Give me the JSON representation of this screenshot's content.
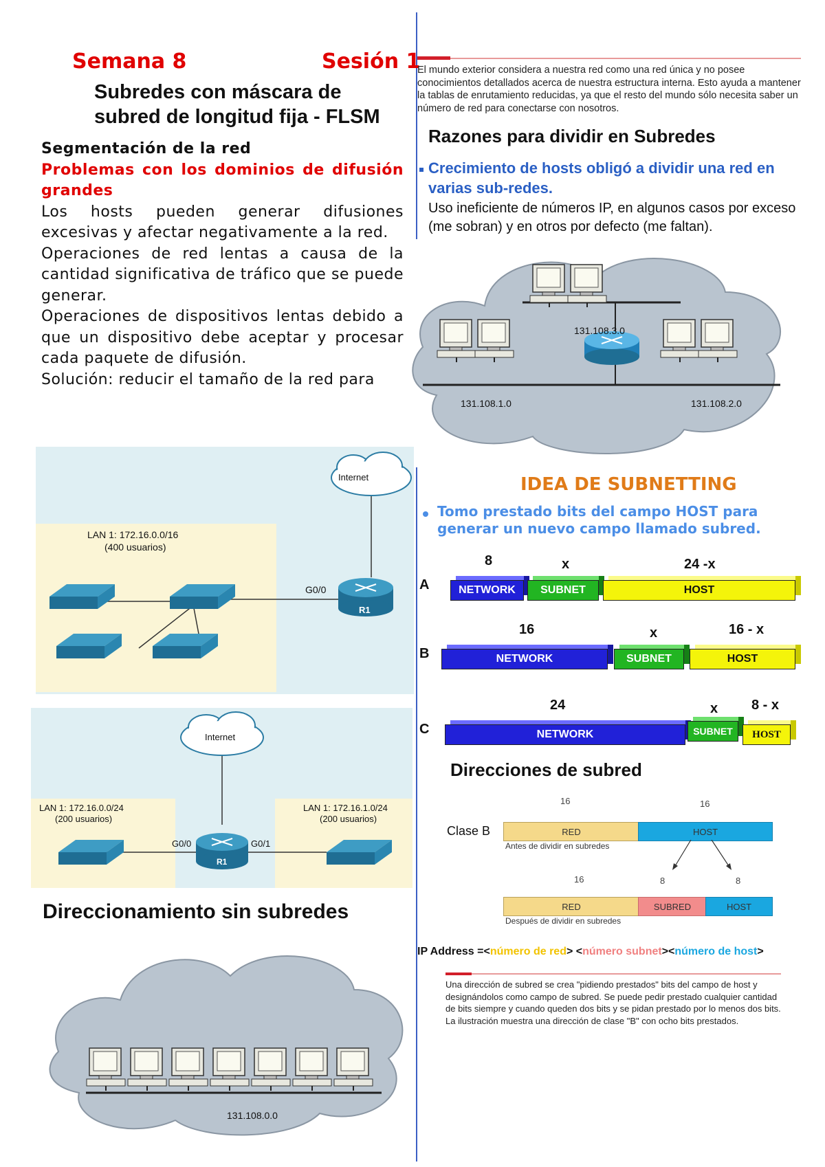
{
  "left": {
    "week": "Semana 8",
    "session": "Sesión 1",
    "title_line1": "Subredes con máscara de",
    "title_line2": "subred de longitud fija - FLSM",
    "section": "Segmentación de la red",
    "problem_heading": "Problemas con los dominios de difusión grandes",
    "p1": "Los hosts pueden generar difusiones excesivas y afectar negativamente a la red.",
    "p2": "Operaciones de red lentas a causa de la cantidad significativa de tráfico que se puede generar.",
    "p3": "Operaciones de dispositivos lentas debido a que un dispositivo debe aceptar y procesar cada paquete de difusión.",
    "p4": "Solución: reducir el tamaño de la red para"
  },
  "diagram1": {
    "internet": "Internet",
    "lan": "LAN 1: 172.16.0.0/16",
    "users": "(400 usuarios)",
    "iface": "G0/0",
    "router": "R1"
  },
  "diagram2": {
    "internet": "Internet",
    "lan_left": "LAN 1: 172.16.0.0/24",
    "users_left": "(200 usuarios)",
    "lan_right": "LAN 1: 172.16.1.0/24",
    "users_right": "(200 usuarios)",
    "iface_left": "G0/0",
    "iface_right": "G0/1",
    "router": "R1"
  },
  "nosubnet": {
    "title": "Direccionamiento sin subredes",
    "network": "131.108.0.0"
  },
  "right": {
    "intro": "El mundo exterior considera a nuestra red como una red única y no posee conocimientos detallados acerca de nuestra estructura interna. Esto ayuda a mantener la tablas de enrutamiento reducidas, ya que el resto del mundo sólo necesita saber un número de red para conectarse con nosotros.",
    "reasons_title": "Razones para dividir en Subredes",
    "reason_bullet": "Crecimiento de hosts obligó a dividir una red en varias sub-redes.",
    "reason_text": "Uso ineficiente de números IP, en algunos casos por exceso (me sobran) y en otros por defecto (me faltan).",
    "net_top": "131.108.3.0",
    "net_left": "131.108.1.0",
    "net_right": "131.108.2.0",
    "idea_title": "IDEA DE SUBNETTING",
    "idea_text": "Tomo prestado bits del campo HOST para generar un nuevo campo llamado subred.",
    "classA": {
      "letter": "A",
      "b1": "8",
      "b2": "x",
      "b3": "24 -x",
      "n": "NETWORK",
      "s": "SUBNET",
      "h": "HOST"
    },
    "classB": {
      "letter": "B",
      "b1": "16",
      "b2": "x",
      "b3": "16 - x",
      "n": "NETWORK",
      "s": "SUBNET",
      "h": "HOST"
    },
    "classC": {
      "letter": "C",
      "b1": "24",
      "b2": "x",
      "b3": "8 - x",
      "n": "NETWORK",
      "s": "SUBNET",
      "h": "HOST"
    },
    "addr_title": "Direcciones de subred",
    "clase_b": "Clase B",
    "before_red_bits": "16",
    "before_host_bits": "16",
    "red": "RED",
    "host": "HOST",
    "subred": "SUBRED",
    "before_caption": "Antes de dividir en subredes",
    "after_red_bits": "16",
    "after_sub_bits": "8",
    "after_host_bits": "8",
    "after_caption": "Después de dividir en subredes",
    "ip_prefix": "IP Address =<",
    "ip_red": "número de red",
    "ip_mid1": "> <",
    "ip_subnet": "número subnet",
    "ip_mid2": "><",
    "ip_host": "número de host",
    "ip_end": ">",
    "outro": "Una dirección de subred se crea \"pidiendo prestados\" bits del campo de host y designándolos como campo de subred. Se puede pedir prestado cualquier cantidad de bits siempre y cuando queden dos bits y se pidan prestado por lo menos dos bits. La ilustración muestra una dirección de clase \"B\" con ocho bits prestados.",
    "colors": {
      "network": "#2121d8",
      "subnet": "#22b522",
      "host": "#f4f40a",
      "red_bar": "#f5d98a",
      "host_bar": "#1aa7e0",
      "subred_bar": "#f28c8c"
    }
  }
}
